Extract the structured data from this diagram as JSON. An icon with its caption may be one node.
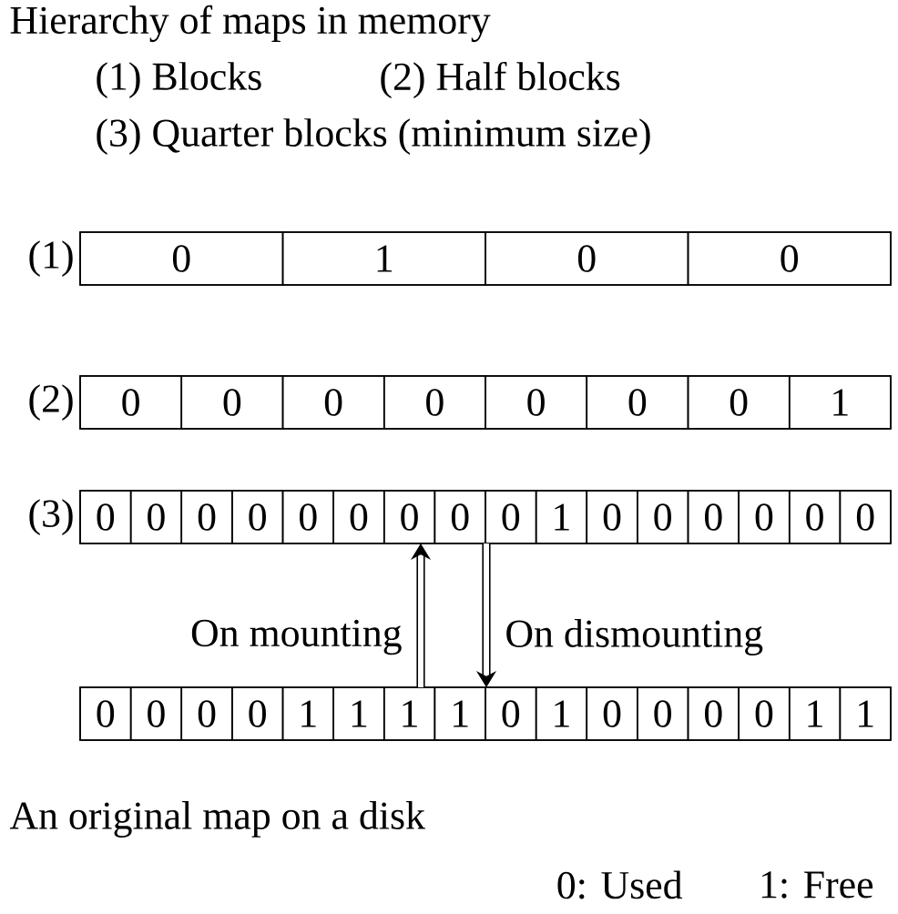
{
  "diagram": {
    "title": "Hierarchy of maps in memory",
    "nodes": [
      {
        "text": [
          "0",
          "1",
          "0",
          "0"
        ],
        "beside": [
          "(1)"
        ]
      },
      {
        "text": [
          "0",
          "0",
          "0",
          "0",
          "0",
          "0",
          "0",
          "1"
        ],
        "beside": [
          "(2)"
        ]
      },
      {
        "text": [
          "0",
          "0",
          "0",
          "0",
          "0",
          "0",
          "0",
          "0",
          "0",
          "1",
          "0",
          "0",
          "0",
          "0",
          "0",
          "0"
        ],
        "beside": [
          "(3)"
        ]
      },
      {
        "text": [
          "0",
          "0",
          "0",
          "0",
          "1",
          "1",
          "1",
          "1",
          "0",
          "1",
          "0",
          "0",
          "0",
          "0",
          "1",
          "1"
        ],
        "beside": [
          "An original map on a disk"
        ]
      }
    ],
    "edges": [
      {
        "from": 3,
        "to": 2,
        "arrow": "to",
        "label": "On mounting"
      },
      {
        "from": 2,
        "to": 3,
        "arrow": "to",
        "label": "On dismounting"
      }
    ],
    "labels": [
      "(1) Blocks",
      "(2) Half blocks",
      "(3) Quarter blocks (minimum size)",
      "0: Used",
      "1: Free"
    ]
  }
}
